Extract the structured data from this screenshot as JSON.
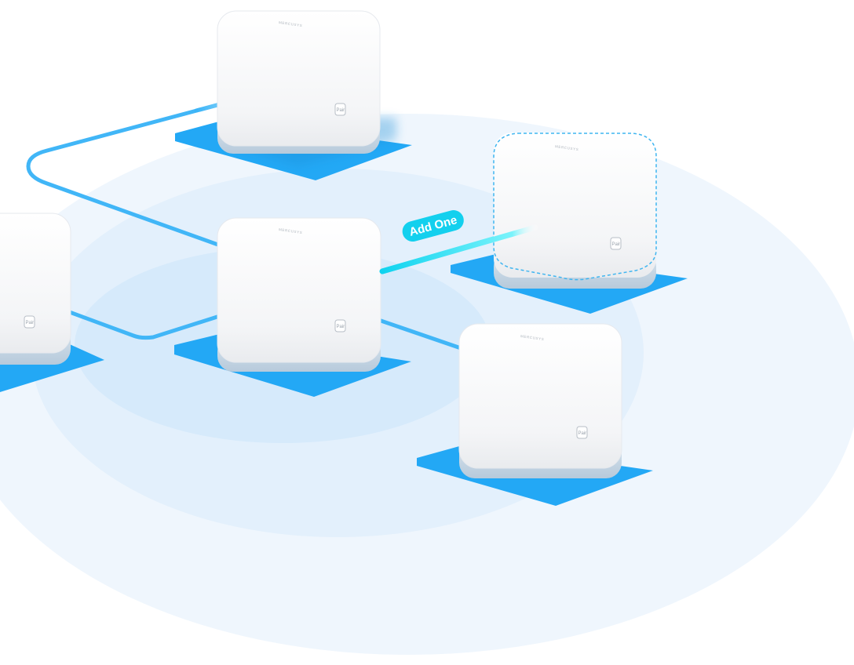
{
  "add_badge": {
    "label": "Add One"
  },
  "units": [
    {
      "id": "top",
      "pair_label": "Pair"
    },
    {
      "id": "left",
      "pair_label": "Pair"
    },
    {
      "id": "center",
      "pair_label": "Pair"
    },
    {
      "id": "bottom-right",
      "pair_label": "Pair"
    },
    {
      "id": "new",
      "pair_label": "Pair"
    }
  ],
  "colors": {
    "background": "#ffffff",
    "coverage_outer": "#eef6fd",
    "coverage_mid": "#e2f0fc",
    "coverage_inner": "#d3e8fb",
    "pad": "#23a8f5",
    "link": "#3ab4f7",
    "new_link": "#19e3f4",
    "badge": "#13d0ee",
    "dashed_outline": "#3fb5f0"
  }
}
